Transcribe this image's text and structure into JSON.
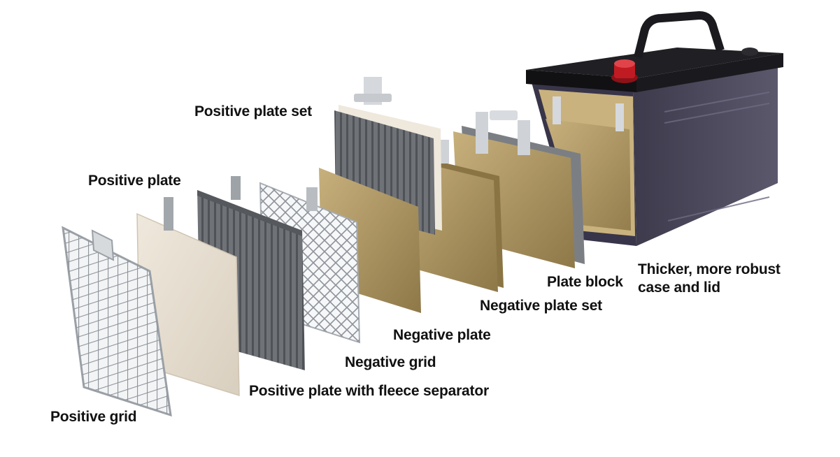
{
  "labels": {
    "positive_plate_set": "Positive plate set",
    "positive_plate": "Positive plate",
    "plate_block": "Plate block",
    "case_line1": "Thicker, more robust",
    "case_line2": "case and lid",
    "negative_plate_set": "Negative plate set",
    "negative_plate": "Negative plate",
    "negative_grid": "Negative grid",
    "positive_plate_fleece": "Positive plate with fleece separator",
    "positive_grid": "Positive grid"
  },
  "colors": {
    "background": "#ffffff",
    "label_text": "#111111",
    "grid_metal": "#c9ccd0",
    "fleece": "#e8dfd1",
    "positive_plate": "#6e7176",
    "negative_paste": "#b39a66",
    "case_body": "#4e4b5e",
    "lid": "#1c1c1f",
    "terminal_cap": "#c01b22"
  }
}
